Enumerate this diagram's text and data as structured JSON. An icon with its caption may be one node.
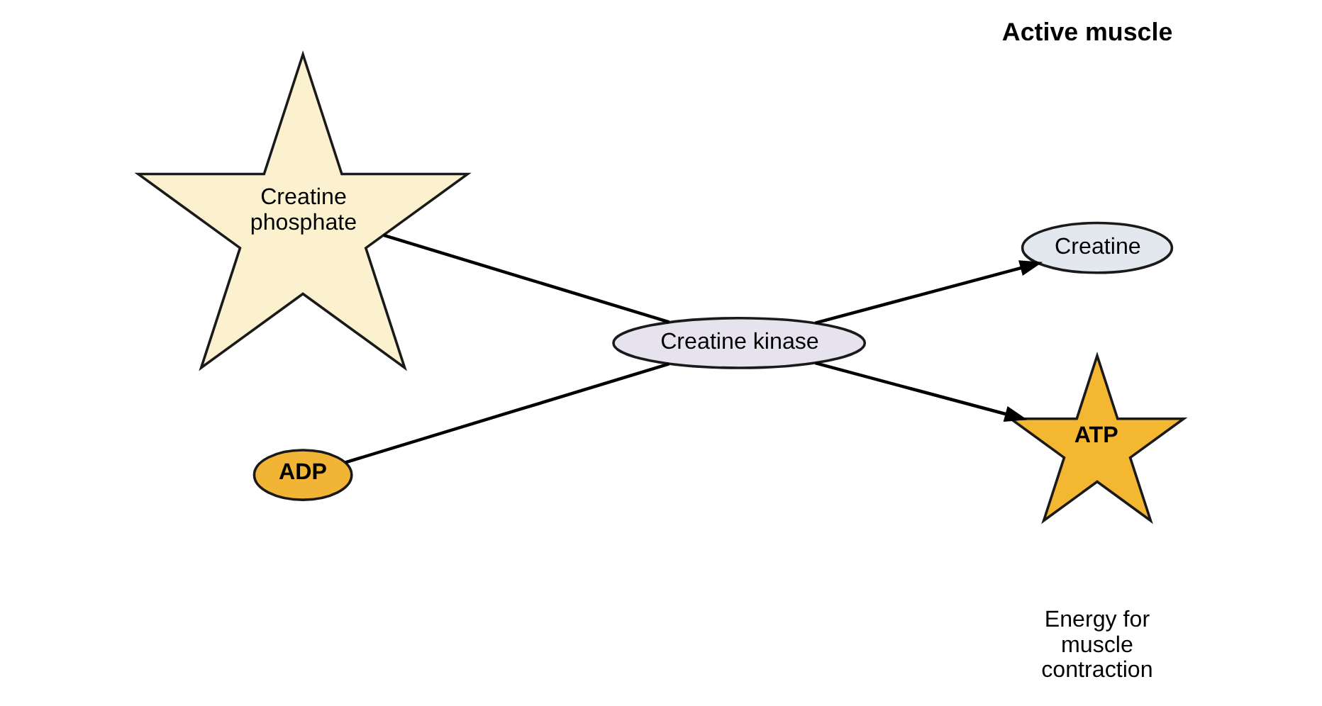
{
  "diagram": {
    "title": "Active muscle",
    "nodes": [
      {
        "text": [
          "Creatine phosphate"
        ]
      },
      {
        "text": [
          "ADP"
        ]
      },
      {
        "text": [
          "Creatine kinase"
        ]
      },
      {
        "text": [
          "Creatine"
        ]
      },
      {
        "text": [
          "ATP"
        ],
        "beside": [
          "Energy for muscle contraction"
        ]
      }
    ],
    "edges": [
      {
        "from": 0,
        "to": 2,
        "arrow": "none"
      },
      {
        "from": 1,
        "to": 2,
        "arrow": "none"
      },
      {
        "from": 2,
        "to": 3,
        "arrow": "to"
      },
      {
        "from": 2,
        "to": 4,
        "arrow": "to"
      }
    ]
  }
}
